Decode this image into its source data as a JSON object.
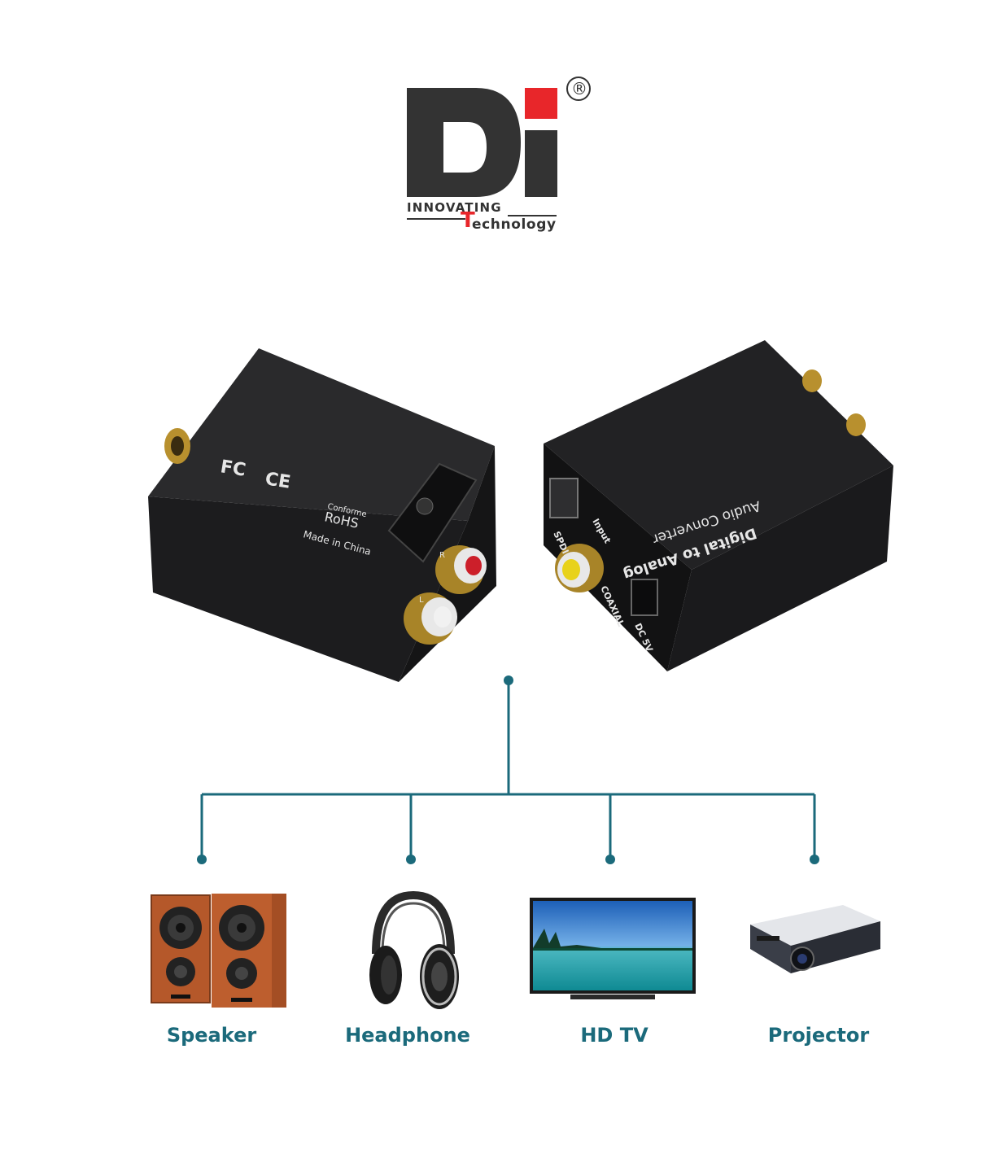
{
  "logo": {
    "mark_letter": "Di",
    "registered": "®",
    "tagline_top": "INNOVATING",
    "tagline_bottom": "echnology",
    "tagline_T": "T",
    "colors": {
      "dark": "#333333",
      "accent": "#e8262a"
    }
  },
  "converter_left": {
    "markings": [
      "FC",
      "CE",
      "Conforme",
      "RoHS",
      "Made in China"
    ],
    "port_labels": [
      "R",
      "L"
    ]
  },
  "converter_right": {
    "title_line1": "Digital to Analog",
    "title_line2": "Audio Converter",
    "port_labels": [
      "Input",
      "SPDIF",
      "COAXIAL",
      "DC 5V"
    ]
  },
  "devices": [
    {
      "label": "Speaker",
      "icon": "speaker-icon"
    },
    {
      "label": "Headphone",
      "icon": "headphone-icon"
    },
    {
      "label": "HD TV",
      "icon": "tv-icon"
    },
    {
      "label": "Projector",
      "icon": "projector-icon"
    }
  ],
  "colors": {
    "connector": "#1b6a7b",
    "label": "#1b6a7b"
  }
}
